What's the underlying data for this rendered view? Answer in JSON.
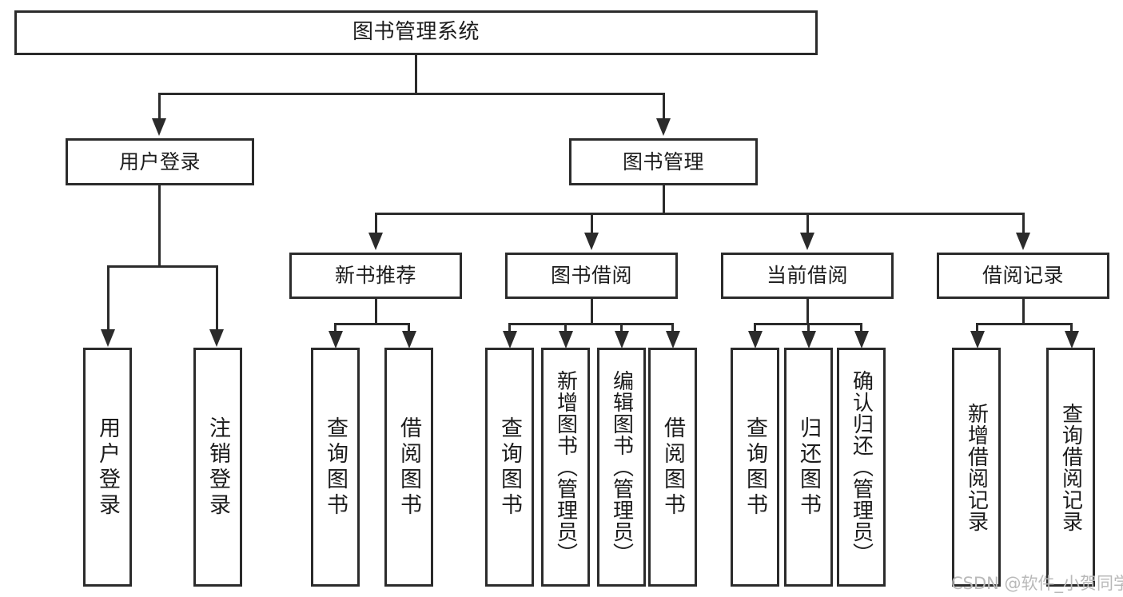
{
  "diagram": {
    "title": "图书管理系统",
    "type": "functional-structure-tree",
    "root": {
      "label": "图书管理系统"
    },
    "level2": [
      {
        "label": "用户登录"
      },
      {
        "label": "图书管理"
      }
    ],
    "level3": [
      {
        "label": "新书推荐"
      },
      {
        "label": "图书借阅"
      },
      {
        "label": "当前借阅"
      },
      {
        "label": "借阅记录"
      }
    ],
    "leaves": {
      "user_login": [
        {
          "label": "用户登录"
        },
        {
          "label": "注销登录"
        }
      ],
      "new_book_recommend": [
        {
          "label": "查询图书"
        },
        {
          "label": "借阅图书"
        }
      ],
      "book_borrow": [
        {
          "label": "查询图书"
        },
        {
          "label": "新增图书（管理员）"
        },
        {
          "label": "编辑图书（管理员）"
        },
        {
          "label": "借阅图书"
        }
      ],
      "current_borrow": [
        {
          "label": "查询图书"
        },
        {
          "label": "归还图书"
        },
        {
          "label": "确认归还（管理员）"
        }
      ],
      "borrow_record": [
        {
          "label": "新增借阅记录"
        },
        {
          "label": "查询借阅记录"
        }
      ]
    }
  },
  "watermark": {
    "text": "CSDN @软件_小贺同学"
  },
  "colors": {
    "stroke": "#2b2b2b",
    "background": "#ffffff",
    "text": "#1c1c1c",
    "watermark": "#b9b9b9"
  }
}
